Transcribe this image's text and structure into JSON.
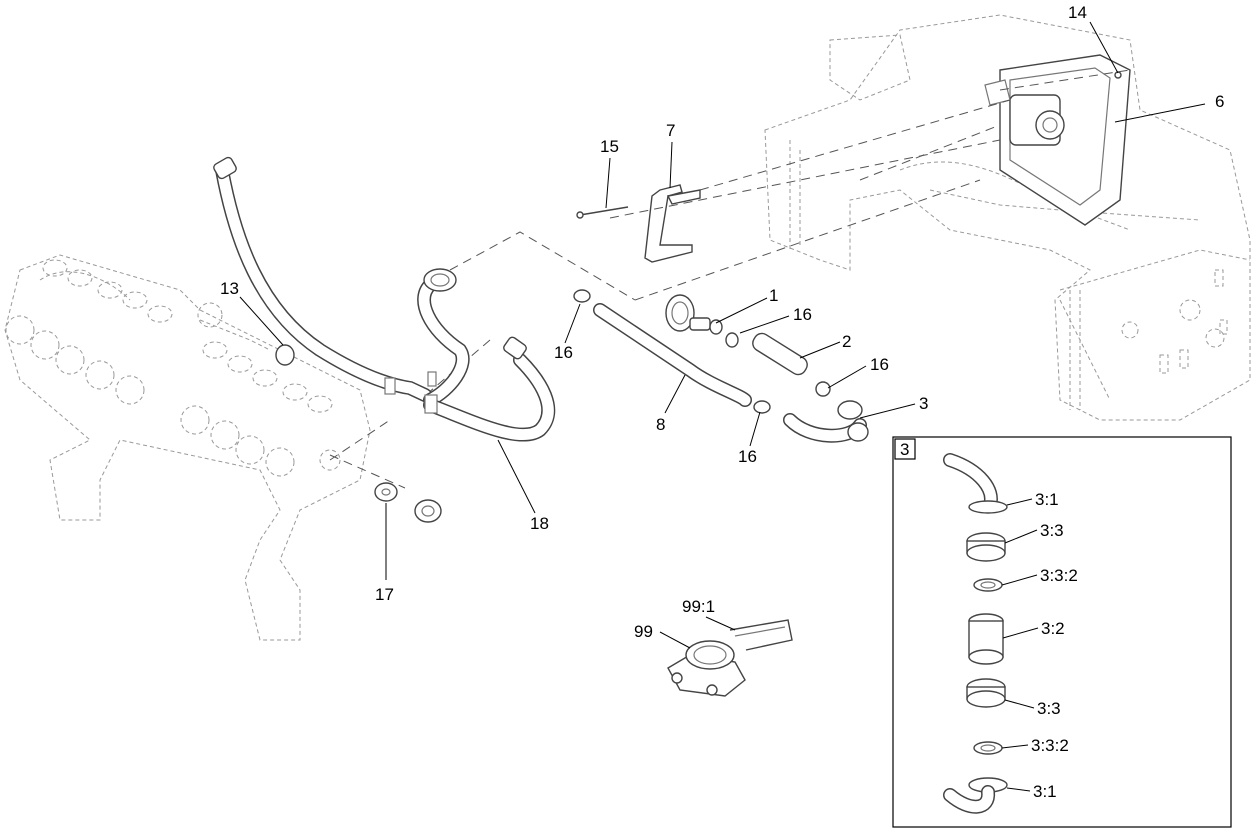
{
  "callouts": {
    "c1": "1",
    "c2": "2",
    "c3": "3",
    "c6": "6",
    "c7": "7",
    "c8": "8",
    "c13": "13",
    "c14": "14",
    "c15": "15",
    "c16a": "16",
    "c16b": "16",
    "c16c": "16",
    "c16d": "16",
    "c17": "17",
    "c18": "18",
    "c99": "99",
    "c99_1": "99:1"
  },
  "detail": {
    "tag": "3",
    "labels": {
      "d31a": "3:1",
      "d33a": "3:3",
      "d332a": "3:3:2",
      "d32": "3:2",
      "d33b": "3:3",
      "d332b": "3:3:2",
      "d31b": "3:1"
    }
  }
}
